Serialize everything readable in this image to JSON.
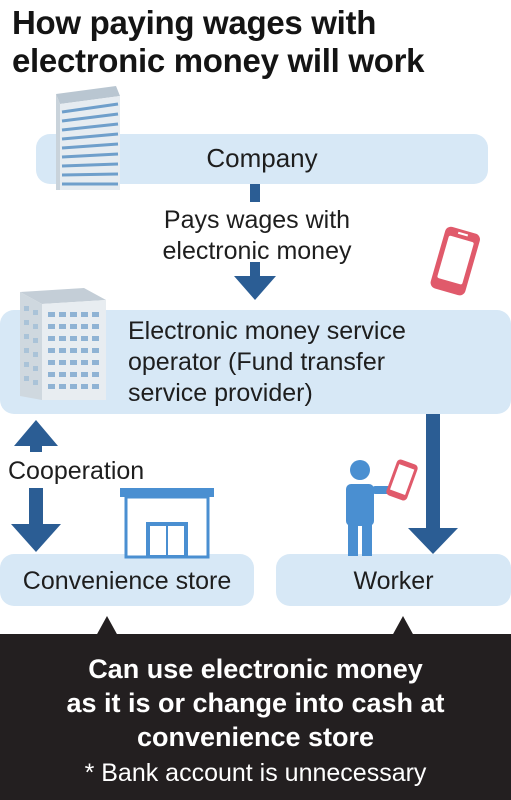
{
  "title": {
    "line1": "How paying wages with",
    "line2": "electronic money will work"
  },
  "company": {
    "label": "Company"
  },
  "payment": {
    "line1": "Pays wages with",
    "line2": "electronic money"
  },
  "operator": {
    "line1": "Electronic money service",
    "line2": "operator (Fund transfer",
    "line3": "service provider)"
  },
  "cooperation": {
    "label": "Cooperation"
  },
  "convenience_store": {
    "label": "Convenience store"
  },
  "worker": {
    "label": "Worker"
  },
  "summary": {
    "line1": "Can use electronic money",
    "line2": "as it is or change into cash at",
    "line3": "convenience store",
    "note": "* Bank account is unnecessary"
  },
  "colors": {
    "box_fill": "#d7e8f6",
    "arrow": "#2b5d94",
    "phone": "#e05a6b",
    "person": "#4a8fd1",
    "footer_bg": "#231f20"
  }
}
